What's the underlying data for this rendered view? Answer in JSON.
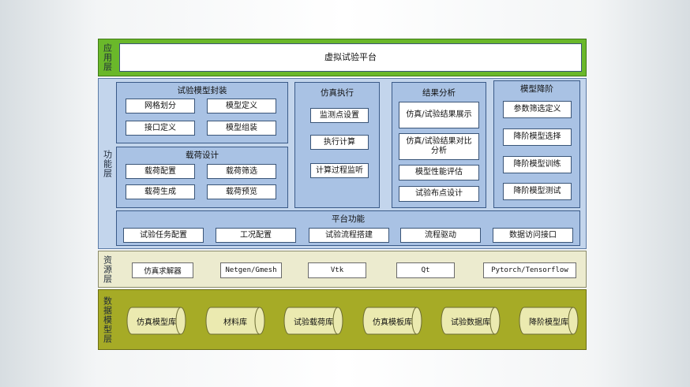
{
  "layers": {
    "app": {
      "label": "应用层",
      "platform": "虚拟试验平台"
    },
    "function": {
      "label": "功能层",
      "model_encap": {
        "title": "试验模型封装",
        "items": [
          "网格划分",
          "模型定义",
          "接口定义",
          "模型组装"
        ]
      },
      "load_design": {
        "title": "载荷设计",
        "items": [
          "载荷配置",
          "载荷筛选",
          "载荷生成",
          "载荷预览"
        ]
      },
      "sim_exec": {
        "title": "仿真执行",
        "items": [
          "监测点设置",
          "执行计算",
          "计算过程监听"
        ]
      },
      "result_analysis": {
        "title": "结果分析",
        "items": [
          "仿真/试验结果展示",
          "仿真/试验结果对比分析",
          "模型性能评估",
          "试验布点设计"
        ]
      },
      "model_reduction": {
        "title": "模型降阶",
        "items": [
          "参数筛选定义",
          "降阶模型选择",
          "降阶模型训练",
          "降阶模型测试"
        ]
      },
      "platform_func": {
        "title": "平台功能",
        "items": [
          "试验任务配置",
          "工况配置",
          "试验流程搭建",
          "流程驱动",
          "数据访问接口"
        ]
      }
    },
    "resource": {
      "label": "资源层",
      "items": [
        "仿真求解器",
        "Netgen/Gmesh",
        "Vtk",
        "Qt",
        "Pytorch/Tensorflow"
      ]
    },
    "data_model": {
      "label": "数据模型层",
      "items": [
        "仿真模型库",
        "材料库",
        "试验载荷库",
        "仿真模板库",
        "试验数据库",
        "降阶模型库"
      ]
    }
  },
  "colors": {
    "app_layer": "#6ab82a",
    "function_layer": "#c3d5ec",
    "module": "#a9c2e4",
    "resource_layer": "#ecebcf",
    "data_layer": "#a6ab26",
    "cylinder": "#ebeab0"
  }
}
